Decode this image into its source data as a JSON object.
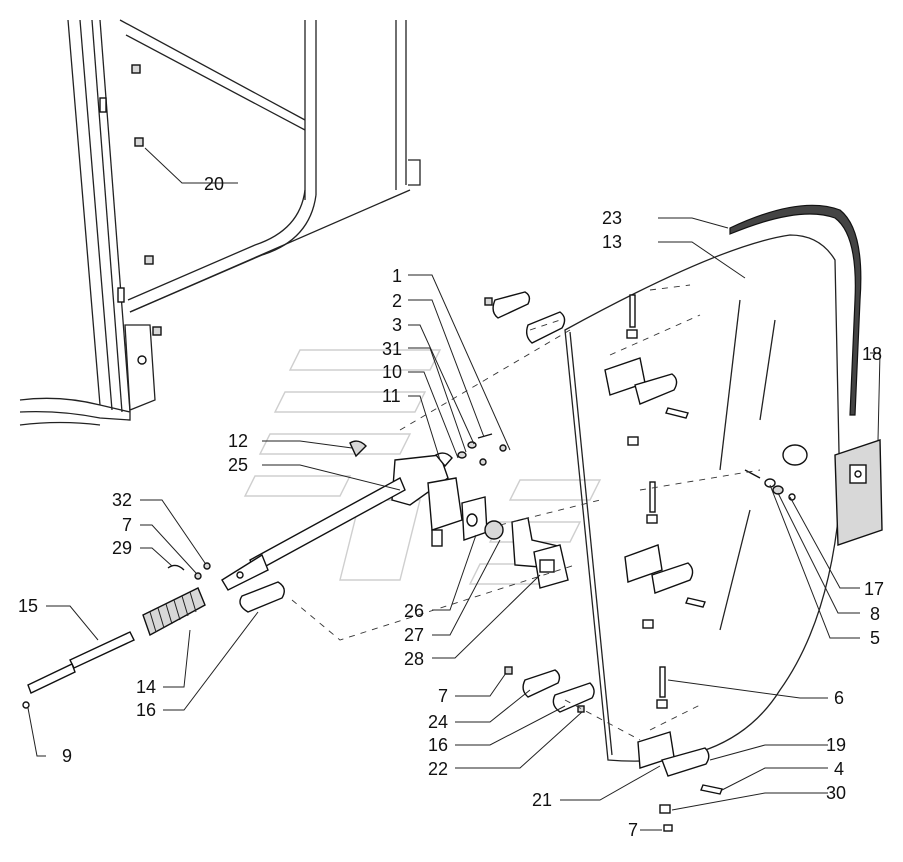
{
  "callouts": [
    "1",
    "2",
    "3",
    "31",
    "10",
    "11",
    "12",
    "25",
    "32",
    "7",
    "29",
    "15",
    "14",
    "16",
    "9",
    "20",
    "23",
    "13",
    "18",
    "17",
    "8",
    "5",
    "6",
    "19",
    "4",
    "30",
    "7",
    "21",
    "22",
    "16",
    "24",
    "7",
    "26",
    "27",
    "28"
  ]
}
